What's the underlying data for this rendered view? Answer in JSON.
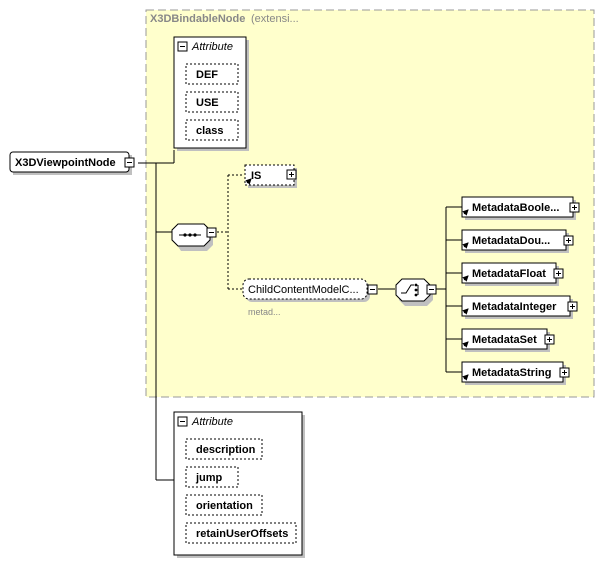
{
  "colors": {
    "extension_fill": "#ffffcc",
    "extension_border": "#999999",
    "element_fill": "#ffffff",
    "shadow": "#c0c0c0"
  },
  "extension": {
    "base_label": "X3DBindableNode",
    "suffix_label": "(extensi..."
  },
  "root": {
    "label": "X3DViewpointNode"
  },
  "attribute_group_top": {
    "title": "Attribute",
    "items": [
      "DEF",
      "USE",
      "class"
    ]
  },
  "attribute_group_bottom": {
    "title": "Attribute",
    "items": [
      "description",
      "jump",
      "orientation",
      "retainUserOffsets"
    ]
  },
  "is_element": {
    "label": "IS"
  },
  "child_group": {
    "label": "ChildContentModelC...",
    "caption": "metad..."
  },
  "metadata_elements": [
    "MetadataBoole...",
    "MetadataDou...",
    "MetadataFloat",
    "MetadataInteger",
    "MetadataSet",
    "MetadataString"
  ],
  "icons": {
    "collapse": "minus-box-icon",
    "expand": "plus-box-icon",
    "sequence": "sequence-compositor-icon",
    "choice": "choice-compositor-icon",
    "reference": "reference-arrow-icon"
  }
}
